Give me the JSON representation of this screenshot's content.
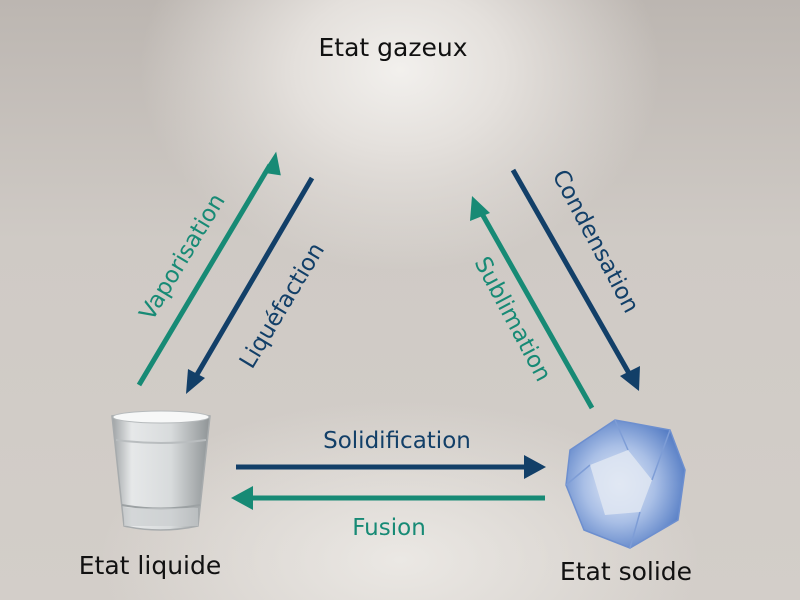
{
  "title": "Etat gazeux",
  "states": {
    "gas": "Etat gazeux",
    "liquid": "Etat liquide",
    "solid": "Etat solide"
  },
  "transitions": {
    "vaporisation": "Vaporisation",
    "liquefaction": "Liquéfaction",
    "condensation": "Condensation",
    "sublimation": "Sublimation",
    "solidification": "Solidification",
    "fusion": "Fusion"
  },
  "colors": {
    "teal": "#178a75",
    "navy": "#123f68",
    "text": "#111111"
  },
  "icons": {
    "liquid": "glass-of-water",
    "solid": "ice-cube"
  }
}
